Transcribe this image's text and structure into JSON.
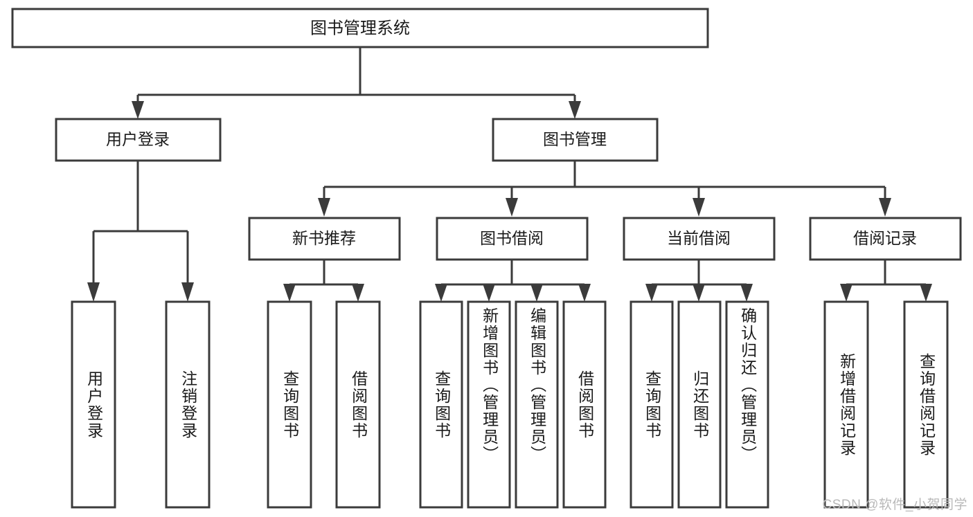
{
  "diagram": {
    "type": "tree",
    "title_node": "图书管理系统",
    "watermark": "CSDN @软件_小贺同学",
    "colors": {
      "stroke": "#3b3b3b",
      "box_fill": "#ffffff",
      "text": "#1a1a1a",
      "watermark": "#b9b9b9",
      "background": "#ffffff"
    },
    "levels": {
      "level0": [
        {
          "id": "root",
          "label": "图书管理系统"
        }
      ],
      "level1": [
        {
          "id": "user-login",
          "label": "用户登录"
        },
        {
          "id": "book-manage",
          "label": "图书管理"
        }
      ],
      "level2": [
        {
          "id": "new-book-rec",
          "label": "新书推荐"
        },
        {
          "id": "book-borrow",
          "label": "图书借阅"
        },
        {
          "id": "current-borrow",
          "label": "当前借阅"
        },
        {
          "id": "borrow-record",
          "label": "借阅记录"
        }
      ],
      "level3": [
        {
          "id": "leaf-user-login",
          "label": "用户登录",
          "parent": "user-login"
        },
        {
          "id": "leaf-logout",
          "label": "注销登录",
          "parent": "user-login"
        },
        {
          "id": "leaf-query-book-1",
          "label": "查询图书",
          "parent": "new-book-rec"
        },
        {
          "id": "leaf-borrow-book-1",
          "label": "借阅图书",
          "parent": "new-book-rec"
        },
        {
          "id": "leaf-query-book-2",
          "label": "查询图书",
          "parent": "book-borrow"
        },
        {
          "id": "leaf-add-book",
          "label": "新增图书（管理员）",
          "parent": "book-borrow"
        },
        {
          "id": "leaf-edit-book",
          "label": "编辑图书（管理员）",
          "parent": "book-borrow"
        },
        {
          "id": "leaf-borrow-book-2",
          "label": "借阅图书",
          "parent": "book-borrow"
        },
        {
          "id": "leaf-query-book-3",
          "label": "查询图书",
          "parent": "current-borrow"
        },
        {
          "id": "leaf-return-book",
          "label": "归还图书",
          "parent": "current-borrow"
        },
        {
          "id": "leaf-confirm-return",
          "label": "确认归还（管理员）",
          "parent": "current-borrow"
        },
        {
          "id": "leaf-add-record",
          "label": "新增借阅记录",
          "parent": "borrow-record"
        },
        {
          "id": "leaf-query-record",
          "label": "查询借阅记录",
          "parent": "borrow-record"
        }
      ]
    }
  }
}
